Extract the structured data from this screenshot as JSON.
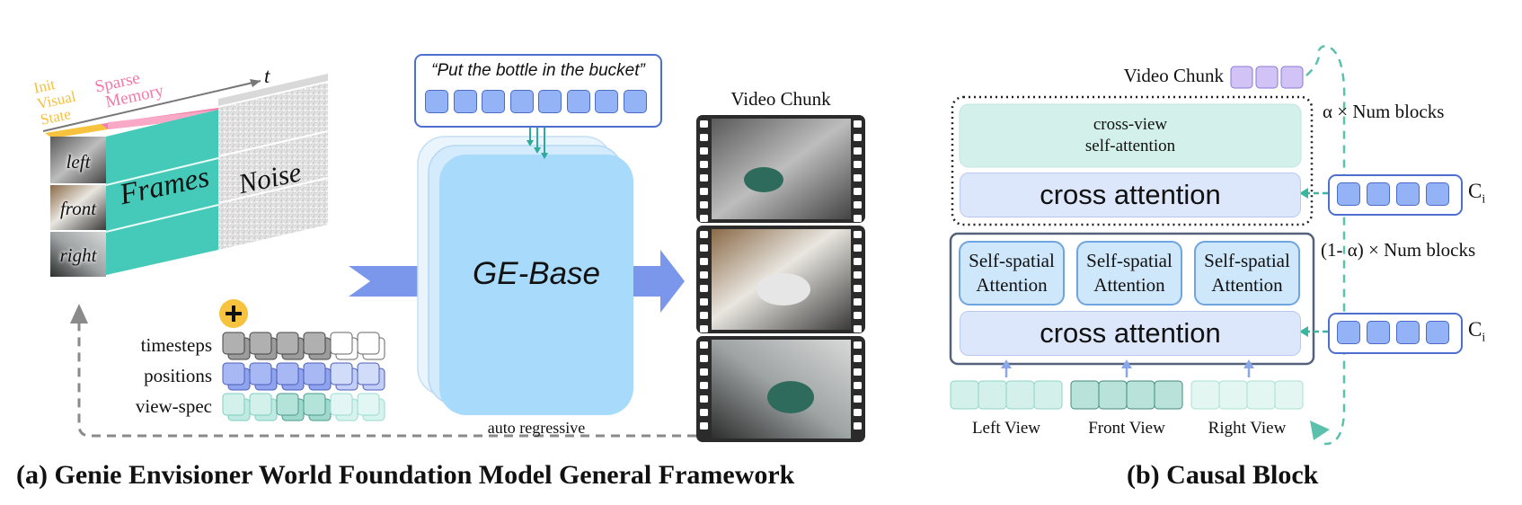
{
  "captions": {
    "left": "(a) Genie Envisioner World Foundation Model General Framework",
    "right": "(b) Causal  Block"
  },
  "left_panel": {
    "time_axis": "t",
    "labels_top": {
      "init_visual_state": [
        "Init",
        "Visual",
        "State"
      ],
      "sparse_memory": [
        "Sparse",
        "Memory"
      ]
    },
    "views": [
      "left",
      "front",
      "right"
    ],
    "frames_label": "Frames",
    "noise_label": "Noise",
    "plus_icon": "plus-circle-icon",
    "embeddings": [
      "timesteps",
      "positions",
      "view-spec"
    ],
    "prompt": "“Put the bottle in the bucket”",
    "model_name": "GE-Base",
    "autoregressive_label": "auto regressive",
    "video_chunk_label": "Video Chunk"
  },
  "right_panel": {
    "video_chunk_label": "Video Chunk",
    "alpha_blocks": "α × Num blocks",
    "one_minus_alpha_blocks": "(1- α) × Num blocks",
    "cross_view_self_attention": [
      "cross-view",
      "self-attention"
    ],
    "cross_attention": "cross attention",
    "self_spatial_attention": [
      "Self-spatial",
      "Attention"
    ],
    "condition_label": "C",
    "condition_subscript": "i",
    "view_labels": [
      "Left View",
      "Front View",
      "Right View"
    ]
  },
  "colors": {
    "teal": "#45c9b8",
    "light_teal": "#d3f0ea",
    "blue_token": "#93b3f6",
    "model_blue": "#a8dafc",
    "arrow_blue": "#7b97ec",
    "memory_pink": "#f37ea8",
    "state_yellow": "#f7c23e",
    "purple_token": "#d2c3f6"
  }
}
